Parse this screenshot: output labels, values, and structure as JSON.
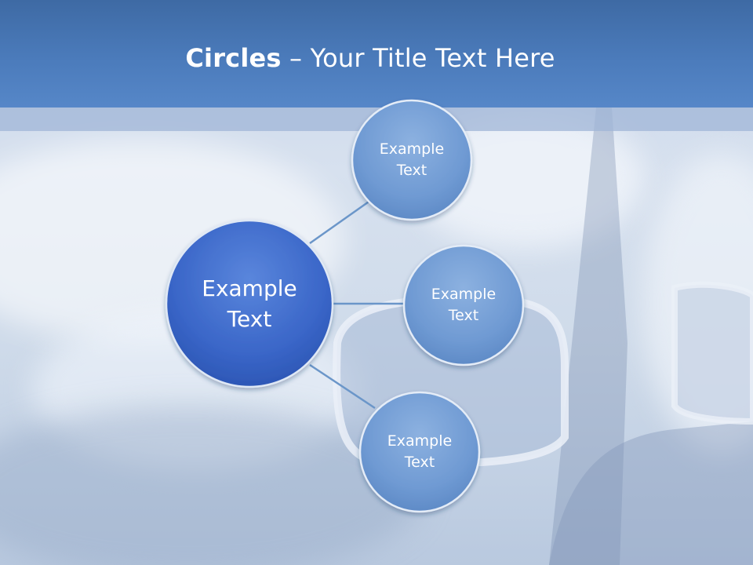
{
  "title": {
    "bold": "Circles",
    "rest": " – Your Title Text Here"
  },
  "diagram": {
    "center": {
      "line1": "Example",
      "line2": "Text",
      "color": "#3a66c8"
    },
    "satellites": [
      {
        "line1": "Example",
        "line2": "Text"
      },
      {
        "line1": "Example",
        "line2": "Text"
      },
      {
        "line1": "Example",
        "line2": "Text"
      }
    ],
    "satellite_color": "#6f9ad3",
    "connector_color": "#6b96c9"
  },
  "colors": {
    "title_bar": "#4b7bbb",
    "title_text": "#ffffff"
  }
}
